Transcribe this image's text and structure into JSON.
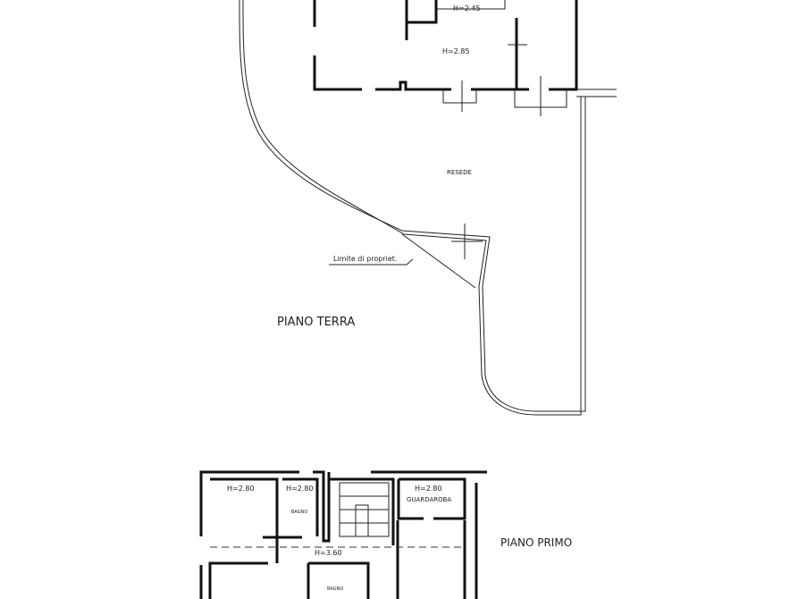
{
  "ground_floor": {
    "title": "PIANO TERRA",
    "room_heights": [
      "H=2.45",
      "H=2.85"
    ],
    "yard_label": "RESEDE",
    "boundary_label": "Limite di propriet."
  },
  "first_floor": {
    "title": "PIANO PRIMO",
    "room_heights": [
      "H=2.80",
      "H=2.80",
      "H=2.80",
      "H=3.60"
    ],
    "rooms": [
      "BAGNO",
      "GUARDAROBA",
      "BAGNO"
    ]
  },
  "colors": {
    "ink": "#111111",
    "paper": "#ffffff"
  }
}
